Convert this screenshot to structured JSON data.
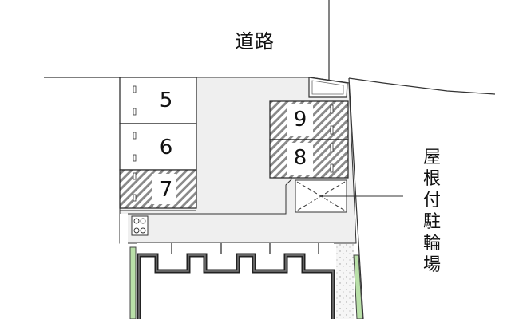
{
  "road": {
    "label": "道路"
  },
  "bicycle_parking": {
    "label_chars": [
      "屋",
      "根",
      "付",
      "駐",
      "輪",
      "場"
    ],
    "label": "屋根付駐輪場"
  },
  "parking_spots": [
    {
      "number": "5",
      "status": "available"
    },
    {
      "number": "6",
      "status": "available"
    },
    {
      "number": "7",
      "status": "occupied"
    },
    {
      "number": "9",
      "status": "occupied"
    },
    {
      "number": "8",
      "status": "occupied"
    }
  ],
  "colors": {
    "lot_fill": "#efefef",
    "hatch": "#8a8a8a",
    "outline": "#222222",
    "green_strip": "#b9e0a8",
    "gravel": "#f4f4f4"
  }
}
